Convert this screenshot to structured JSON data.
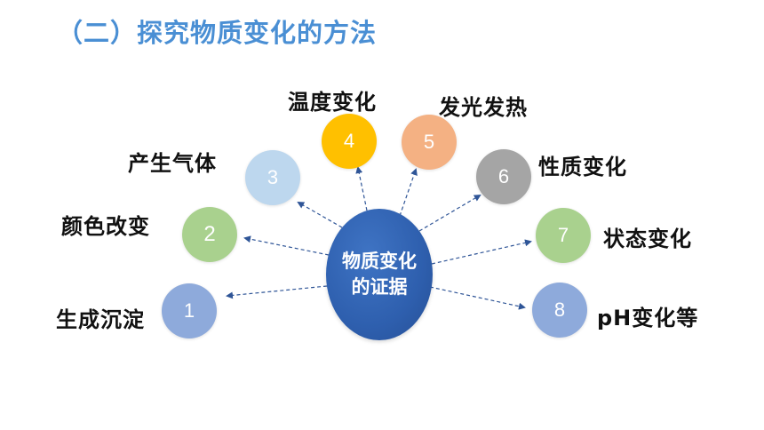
{
  "title": "（二）探究物质变化的方法",
  "center": {
    "text": "物质变化的证据"
  },
  "nodes": [
    {
      "number": "1",
      "label": "生成沉淀",
      "color": "#8eaadb"
    },
    {
      "number": "2",
      "label": "颜色改变",
      "color": "#a9d18e"
    },
    {
      "number": "3",
      "label": "产生气体",
      "color": "#bdd7ee"
    },
    {
      "number": "4",
      "label": "温度变化",
      "color": "#ffc000"
    },
    {
      "number": "5",
      "label": "发光发热",
      "color": "#f4b183"
    },
    {
      "number": "6",
      "label": "性质变化",
      "color": "#a5a5a5"
    },
    {
      "number": "7",
      "label": "状态变化",
      "color": "#a9d18e"
    },
    {
      "number": "8",
      "label": "pH变化等",
      "color": "#8eaadb"
    }
  ],
  "colors": {
    "title": "#4a8fd4",
    "center": "#2e5fae",
    "arrow": "#2f5597"
  }
}
